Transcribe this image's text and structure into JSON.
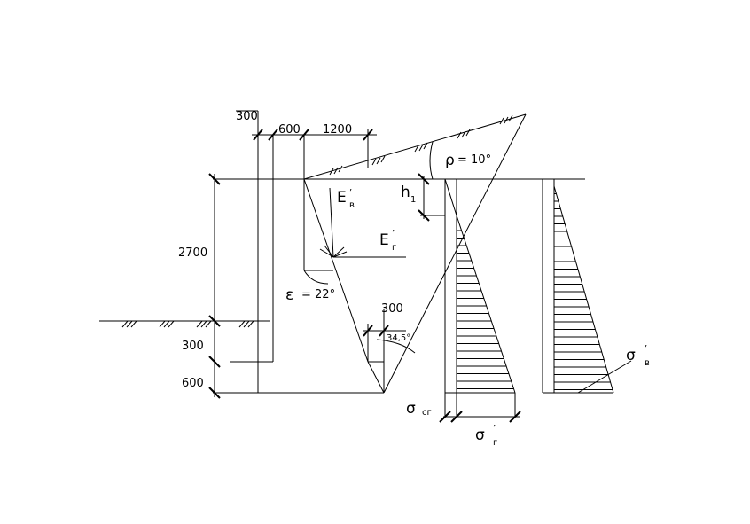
{
  "dimensions": {
    "wall_thickness": "300",
    "heel_width": "600",
    "backfill_offset": "1200",
    "wall_height": "2700",
    "toe_step": "300",
    "base_thickness": "600",
    "toe_width": "300"
  },
  "angles": {
    "rho": "ρ",
    "rho_value": "= 10°",
    "epsilon": "ε",
    "epsilon_value": "= 22°",
    "wedge_angle": "34,5°"
  },
  "forces": {
    "vertical_main": "E",
    "vertical_sub": "в",
    "vertical_prime": "’",
    "horizontal_main": "E",
    "horizontal_sub": "г",
    "horizontal_prime": "’"
  },
  "pressure": {
    "h_main": "h",
    "h_sub": "1",
    "sigma_cg_main": "σ",
    "sigma_cg_sub": "сг",
    "sigma_g_main": "σ",
    "sigma_g_sub": "г",
    "sigma_g_prime": "’",
    "sigma_v_main": "σ",
    "sigma_v_sub": "в",
    "sigma_v_prime": "’"
  },
  "colors": {
    "line": "#000000",
    "background": "#ffffff"
  }
}
